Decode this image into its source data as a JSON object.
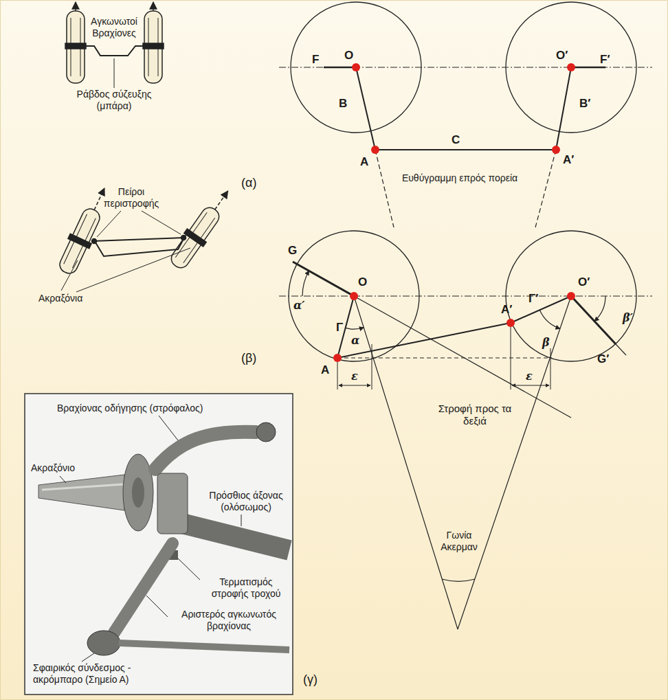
{
  "diagram": {
    "labels": [
      "Αγκωνωτοί Βραχίονες",
      "Ράβδος σύζευξης (μπάρα)",
      "(α)",
      "F",
      "O",
      "O′",
      "F′",
      "B",
      "B′",
      "C",
      "A",
      "A′",
      "Ευθύγραμμη επρός πορεία",
      "Πείροι περιστροφής",
      "Ακραξόνια",
      "(β)",
      "G",
      "O",
      "α′",
      "Γ",
      "α",
      "A",
      "ε",
      "Γ′",
      "A′",
      "O′",
      "β",
      "β′",
      "G′",
      "ε",
      "Στροφή προς τα δεξιά",
      "Γωνία Ακερμαν",
      "Βραχίονας οδήγησης (στρόφαλος)",
      "Ακραξόνιο",
      "Πρόσθιος άξονας (ολόσωμος)",
      "Τερματισμός στροφής τροχού",
      "Αριστερός αγκωνωτός βραχίονας",
      "Σφαιρικός σύνδεσμος - ακρόμπαρο (Σημείο Α)",
      "(γ)"
    ]
  }
}
